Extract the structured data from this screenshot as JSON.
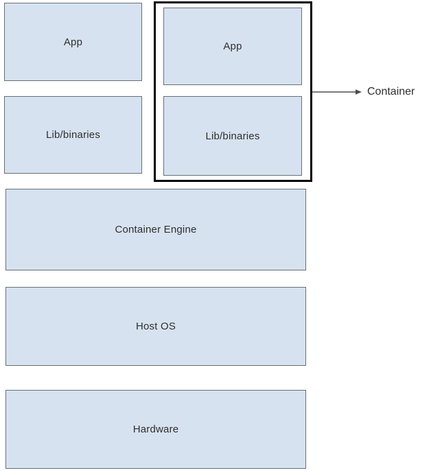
{
  "diagram": {
    "left_stack": {
      "app_label": "App",
      "lib_label": "Lib/binaries"
    },
    "container_group": {
      "app_label": "App",
      "lib_label": "Lib/binaries",
      "callout_label": "Container"
    },
    "layers": {
      "engine_label": "Container Engine",
      "host_os_label": "Host OS",
      "hardware_label": "Hardware"
    },
    "colors": {
      "box_fill": "#d7e2f0",
      "box_border": "#666f77",
      "container_border": "#000000",
      "arrow": "#4d4d4d",
      "text": "#2e2e2e"
    }
  }
}
